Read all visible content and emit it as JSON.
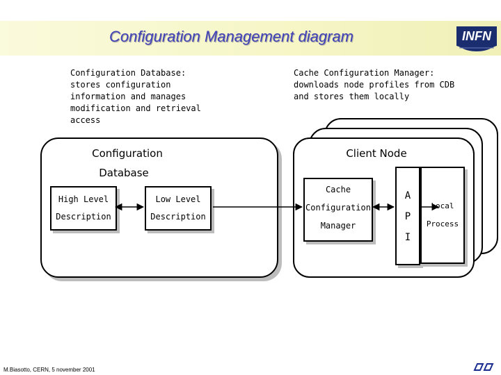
{
  "title": "Configuration Management diagram",
  "logo": {
    "text": "INFN",
    "icon": "infn-logo"
  },
  "annotations": {
    "database_note": {
      "heading": "Configuration Database:",
      "lines": [
        "stores configuration",
        "information and manages",
        "modification and retrieval",
        "access"
      ]
    },
    "cache_note": {
      "heading": "Cache Configuration Manager:",
      "lines": [
        "downloads node profiles from CDB",
        "and stores them locally"
      ]
    }
  },
  "config_db": {
    "label_line1": "Configuration",
    "label_line2": "Database",
    "high_level": {
      "line1": "High Level",
      "line2": "Description"
    },
    "low_level": {
      "line1": "Low Level",
      "line2": "Description"
    }
  },
  "client_node": {
    "label": "Client Node",
    "cache": {
      "line1": "Cache",
      "line2": "Configuration",
      "line3": "Manager"
    },
    "api": {
      "line1": "A",
      "line2": "P",
      "line3": "I"
    },
    "local": {
      "line1": "Local",
      "line2": "Process"
    }
  },
  "footer": "M.Biasotto, CERN, 5 november 2001",
  "colors": {
    "title": "#4040b8",
    "band": "#f6f6c8",
    "logo_bg": "#1a2d6e",
    "logo_text": "#ffffff"
  }
}
